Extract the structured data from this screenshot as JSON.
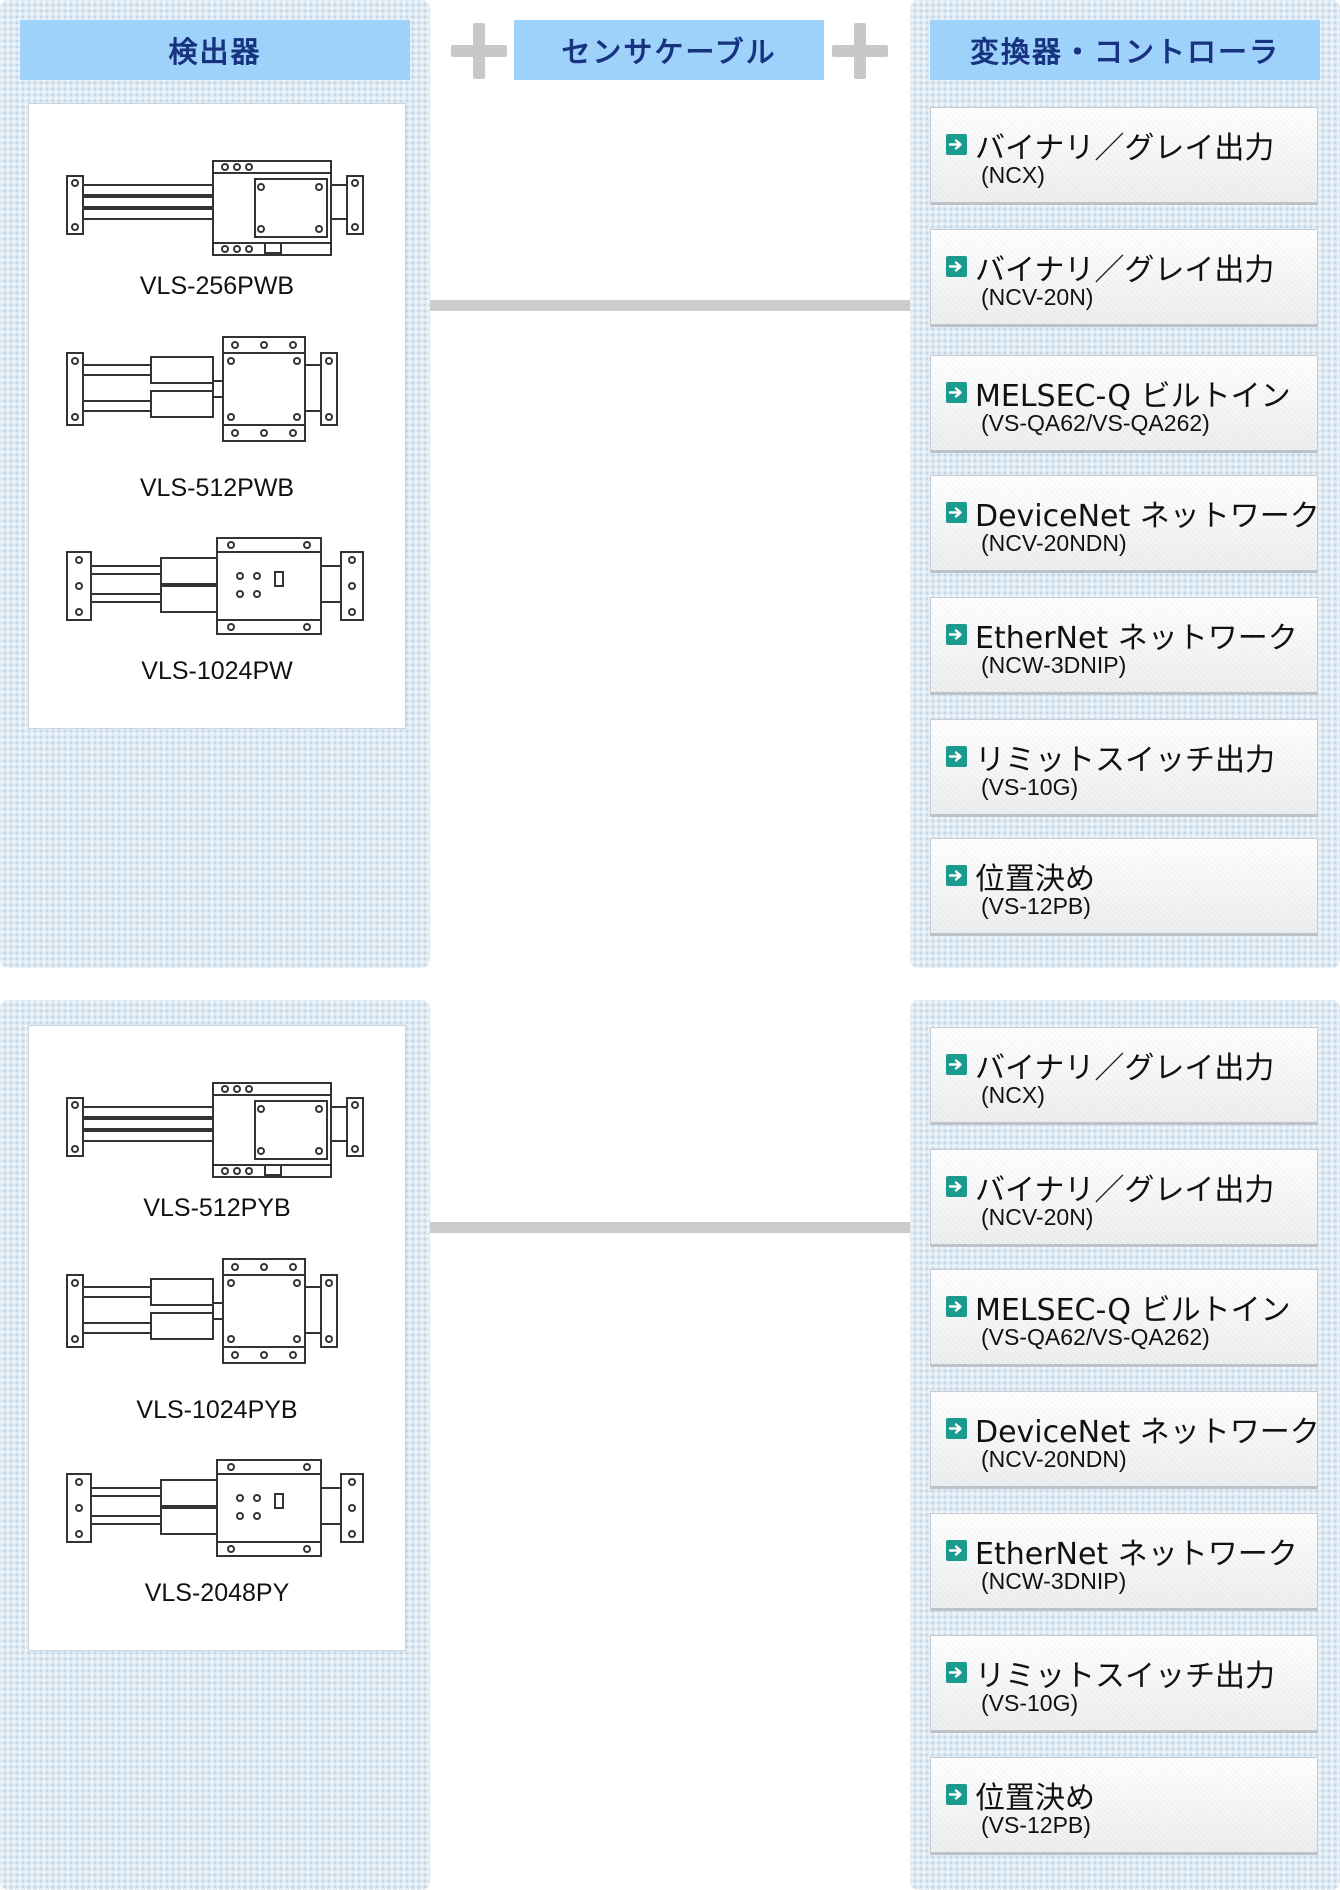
{
  "headers": {
    "detector": "検出器",
    "cable": "センサケーブル",
    "controller": "変換器・コントローラ"
  },
  "groups": [
    {
      "detectors": [
        {
          "label": "VLS-256PWB",
          "icon": "linear-sensor-type-a"
        },
        {
          "label": "VLS-512PWB",
          "icon": "linear-sensor-type-b"
        },
        {
          "label": "VLS-1024PW",
          "icon": "linear-sensor-type-c"
        }
      ],
      "controllers": [
        {
          "title": "バイナリ／グレイ出力",
          "model": "(NCX)"
        },
        {
          "title": "バイナリ／グレイ出力",
          "model": "(NCV-20N)"
        },
        {
          "title": "MELSEC-Q ビルトイン",
          "model": "(VS-QA62/VS-QA262)"
        },
        {
          "title": "DeviceNet ネットワーク",
          "model": "(NCV-20NDN)"
        },
        {
          "title": "EtherNet ネットワーク",
          "model": "(NCW-3DNIP)"
        },
        {
          "title": "リミットスイッチ出力",
          "model": "(VS-10G)"
        },
        {
          "title": "位置決め",
          "model": "(VS-12PB)"
        }
      ]
    },
    {
      "detectors": [
        {
          "label": "VLS-512PYB",
          "icon": "linear-sensor-type-a"
        },
        {
          "label": "VLS-1024PYB",
          "icon": "linear-sensor-type-b"
        },
        {
          "label": "VLS-2048PY",
          "icon": "linear-sensor-type-c"
        }
      ],
      "controllers": [
        {
          "title": "バイナリ／グレイ出力",
          "model": "(NCX)"
        },
        {
          "title": "バイナリ／グレイ出力",
          "model": "(NCV-20N)"
        },
        {
          "title": "MELSEC-Q ビルトイン",
          "model": "(VS-QA62/VS-QA262)"
        },
        {
          "title": "DeviceNet ネットワーク",
          "model": "(NCV-20NDN)"
        },
        {
          "title": "EtherNet ネットワーク",
          "model": "(NCW-3DNIP)"
        },
        {
          "title": "リミットスイッチ出力",
          "model": "(VS-10G)"
        },
        {
          "title": "位置決め",
          "model": "(VS-12PB)"
        }
      ]
    }
  ],
  "colors": {
    "header_bg": "#9fd2fb",
    "header_text": "#17327e",
    "arrow_icon": "#1b9b8e",
    "connector": "#cccccc"
  }
}
